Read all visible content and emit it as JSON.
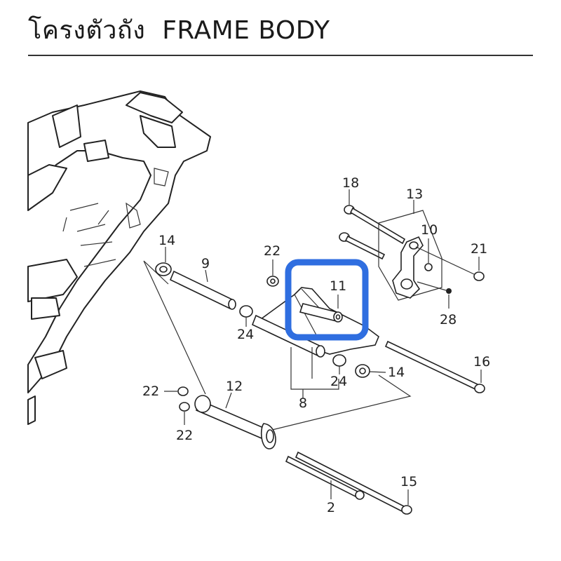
{
  "header": {
    "title_thai": "โครงตัวถัง",
    "title_en": "FRAME BODY"
  },
  "colors": {
    "highlight": "#2f6ee0",
    "line": "#222222",
    "background": "#ffffff"
  },
  "callouts": {
    "p2": "2",
    "p8": "8",
    "p9": "9",
    "p10": "10",
    "p11": "11",
    "p12": "12",
    "p13": "13",
    "p14a": "14",
    "p14b": "14",
    "p15": "15",
    "p16": "16",
    "p18": "18",
    "p21": "21",
    "p22a": "22",
    "p22b": "22",
    "p22c": "22",
    "p24a": "24",
    "p24b": "24",
    "p28": "28"
  }
}
